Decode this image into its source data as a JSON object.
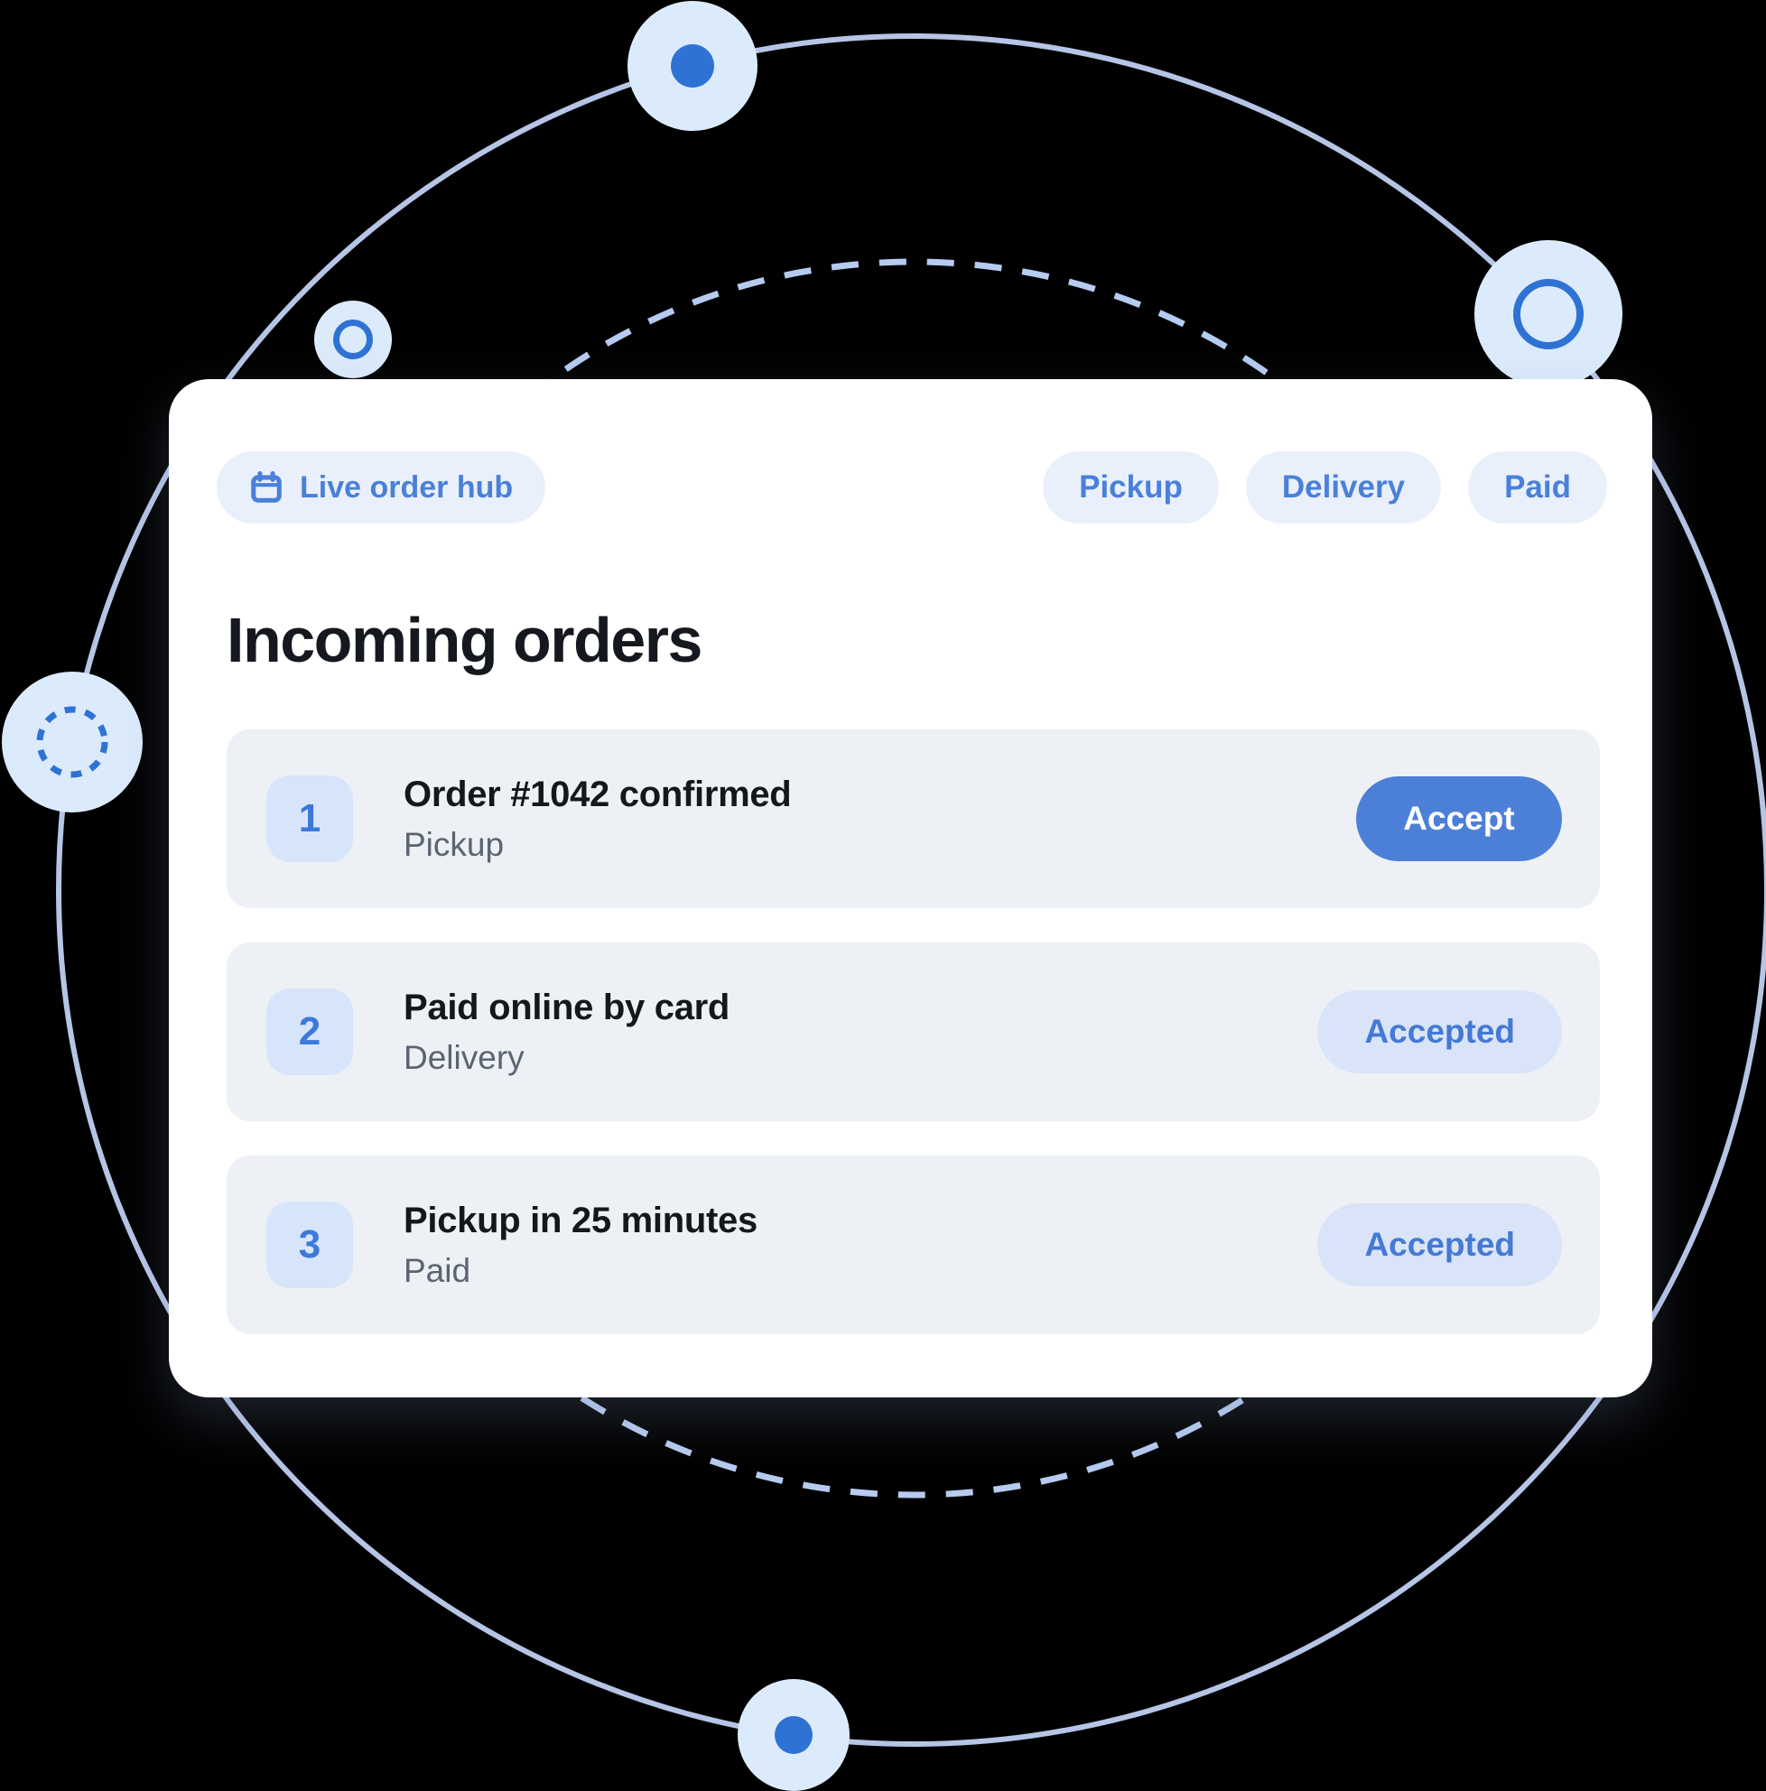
{
  "hub": {
    "label": "Live order hub",
    "icon": "calendar-icon"
  },
  "filters": [
    {
      "label": "Pickup"
    },
    {
      "label": "Delivery"
    },
    {
      "label": "Paid"
    }
  ],
  "heading": "Incoming orders",
  "orders": [
    {
      "number": "1",
      "title": "Order #1042 confirmed",
      "subtitle": "Pickup",
      "status": "Accept",
      "status_style": "primary-button"
    },
    {
      "number": "2",
      "title": "Paid online by card",
      "subtitle": "Delivery",
      "status": "Accepted",
      "status_style": "chip"
    },
    {
      "number": "3",
      "title": "Pickup in 25 minutes",
      "subtitle": "Paid",
      "status": "Accepted",
      "status_style": "chip"
    }
  ],
  "colors": {
    "background": "#000000",
    "card_bg": "#ffffff",
    "accent_blue": "#2e73d4",
    "link_blue": "#4a80d9",
    "pill_bg": "#e9f0fc",
    "row_bg": "#edf1f5",
    "badge_bg": "#d7e5fb",
    "chip_bg": "#d9e4f9",
    "button_bg": "#4c80d8",
    "halo": "#dcebfc",
    "orbit_line": "#b6c5e6",
    "title_text": "#14171c",
    "subtitle_text": "#5b6472"
  }
}
